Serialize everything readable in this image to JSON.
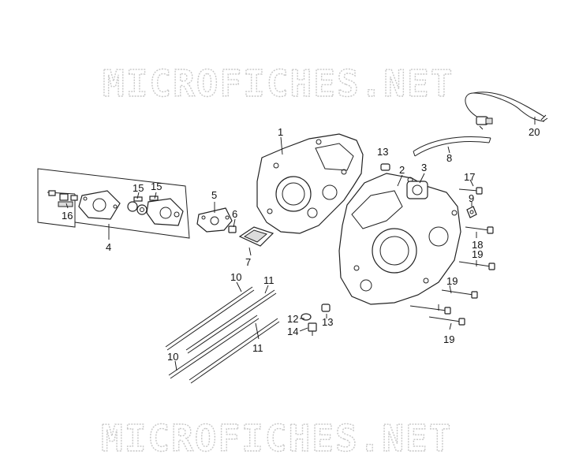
{
  "watermark": {
    "top": "MICROFICHES.NET",
    "bottom": "MICROFICHES.NET"
  },
  "callouts": {
    "c1": "1",
    "c2": "2",
    "c3": "3",
    "c4": "4",
    "c5": "5",
    "c6": "6",
    "c7": "7",
    "c8": "8",
    "c9": "9",
    "c10a": "10",
    "c10b": "10",
    "c11a": "11",
    "c11b": "11",
    "c12": "12",
    "c13a": "13",
    "c13b": "13",
    "c14": "14",
    "c15a": "15",
    "c15b": "15",
    "c16": "16",
    "c17": "17",
    "c18": "18",
    "c19a": "19",
    "c19b": "19",
    "c19c": "19",
    "c20": "20"
  }
}
